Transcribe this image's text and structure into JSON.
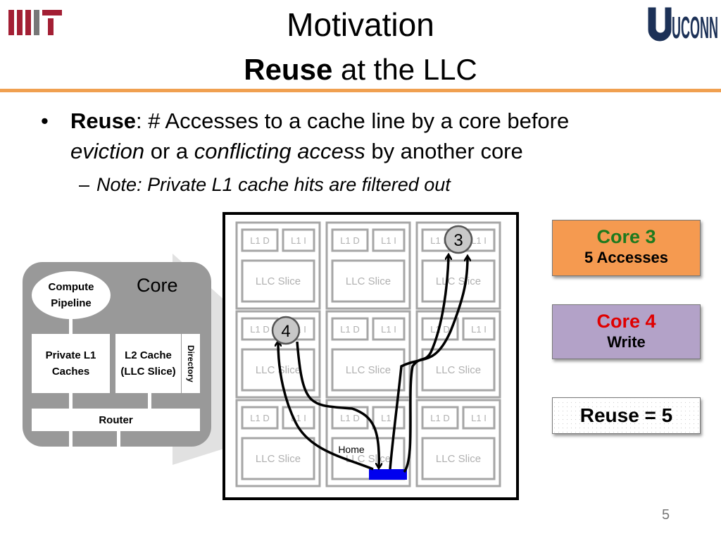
{
  "header": {
    "logo_left": "MIT",
    "logo_right": "UCONN",
    "title": "Motivation",
    "subtitle_bold": "Reuse",
    "subtitle_rest": " at the LLC"
  },
  "bullets": {
    "b1_dot": "•",
    "b1_bold": "Reuse",
    "b1_text1": ": # Accesses to a cache line by a core before",
    "b1_eviction": "eviction",
    "b1_text2": " or a ",
    "b1_conflicting": "conflicting access",
    "b1_text3": " by another core",
    "b2_dash": "–",
    "b2_text": "Note: Private L1 cache hits are filtered out"
  },
  "core": {
    "label": "Core",
    "pipeline": "Compute Pipeline",
    "private_l1": "Private L1 Caches",
    "l2_cache": "L2 Cache (LLC Slice)",
    "directory": "Directory",
    "router": "Router"
  },
  "grid": {
    "l1d": "L1 D",
    "l1i": "L1 I",
    "llc": "LLC Slice",
    "home": "Home",
    "marker_3": "3",
    "marker_4": "4"
  },
  "side": {
    "core3_title": "Core 3",
    "core3_sub": "5 Accesses",
    "core4_title": "Core 4",
    "core4_sub": "Write",
    "reuse": "Reuse = 5"
  },
  "colors": {
    "accent_line": "#f0a050",
    "core3_box": "#f59a50",
    "core3_text": "#1e7a1e",
    "core4_box": "#b3a2c8",
    "core4_text": "#e00000",
    "home_block": "#0000ee",
    "mit_red": "#a31f34",
    "uconn_blue": "#1c3157"
  },
  "page_number": "5"
}
